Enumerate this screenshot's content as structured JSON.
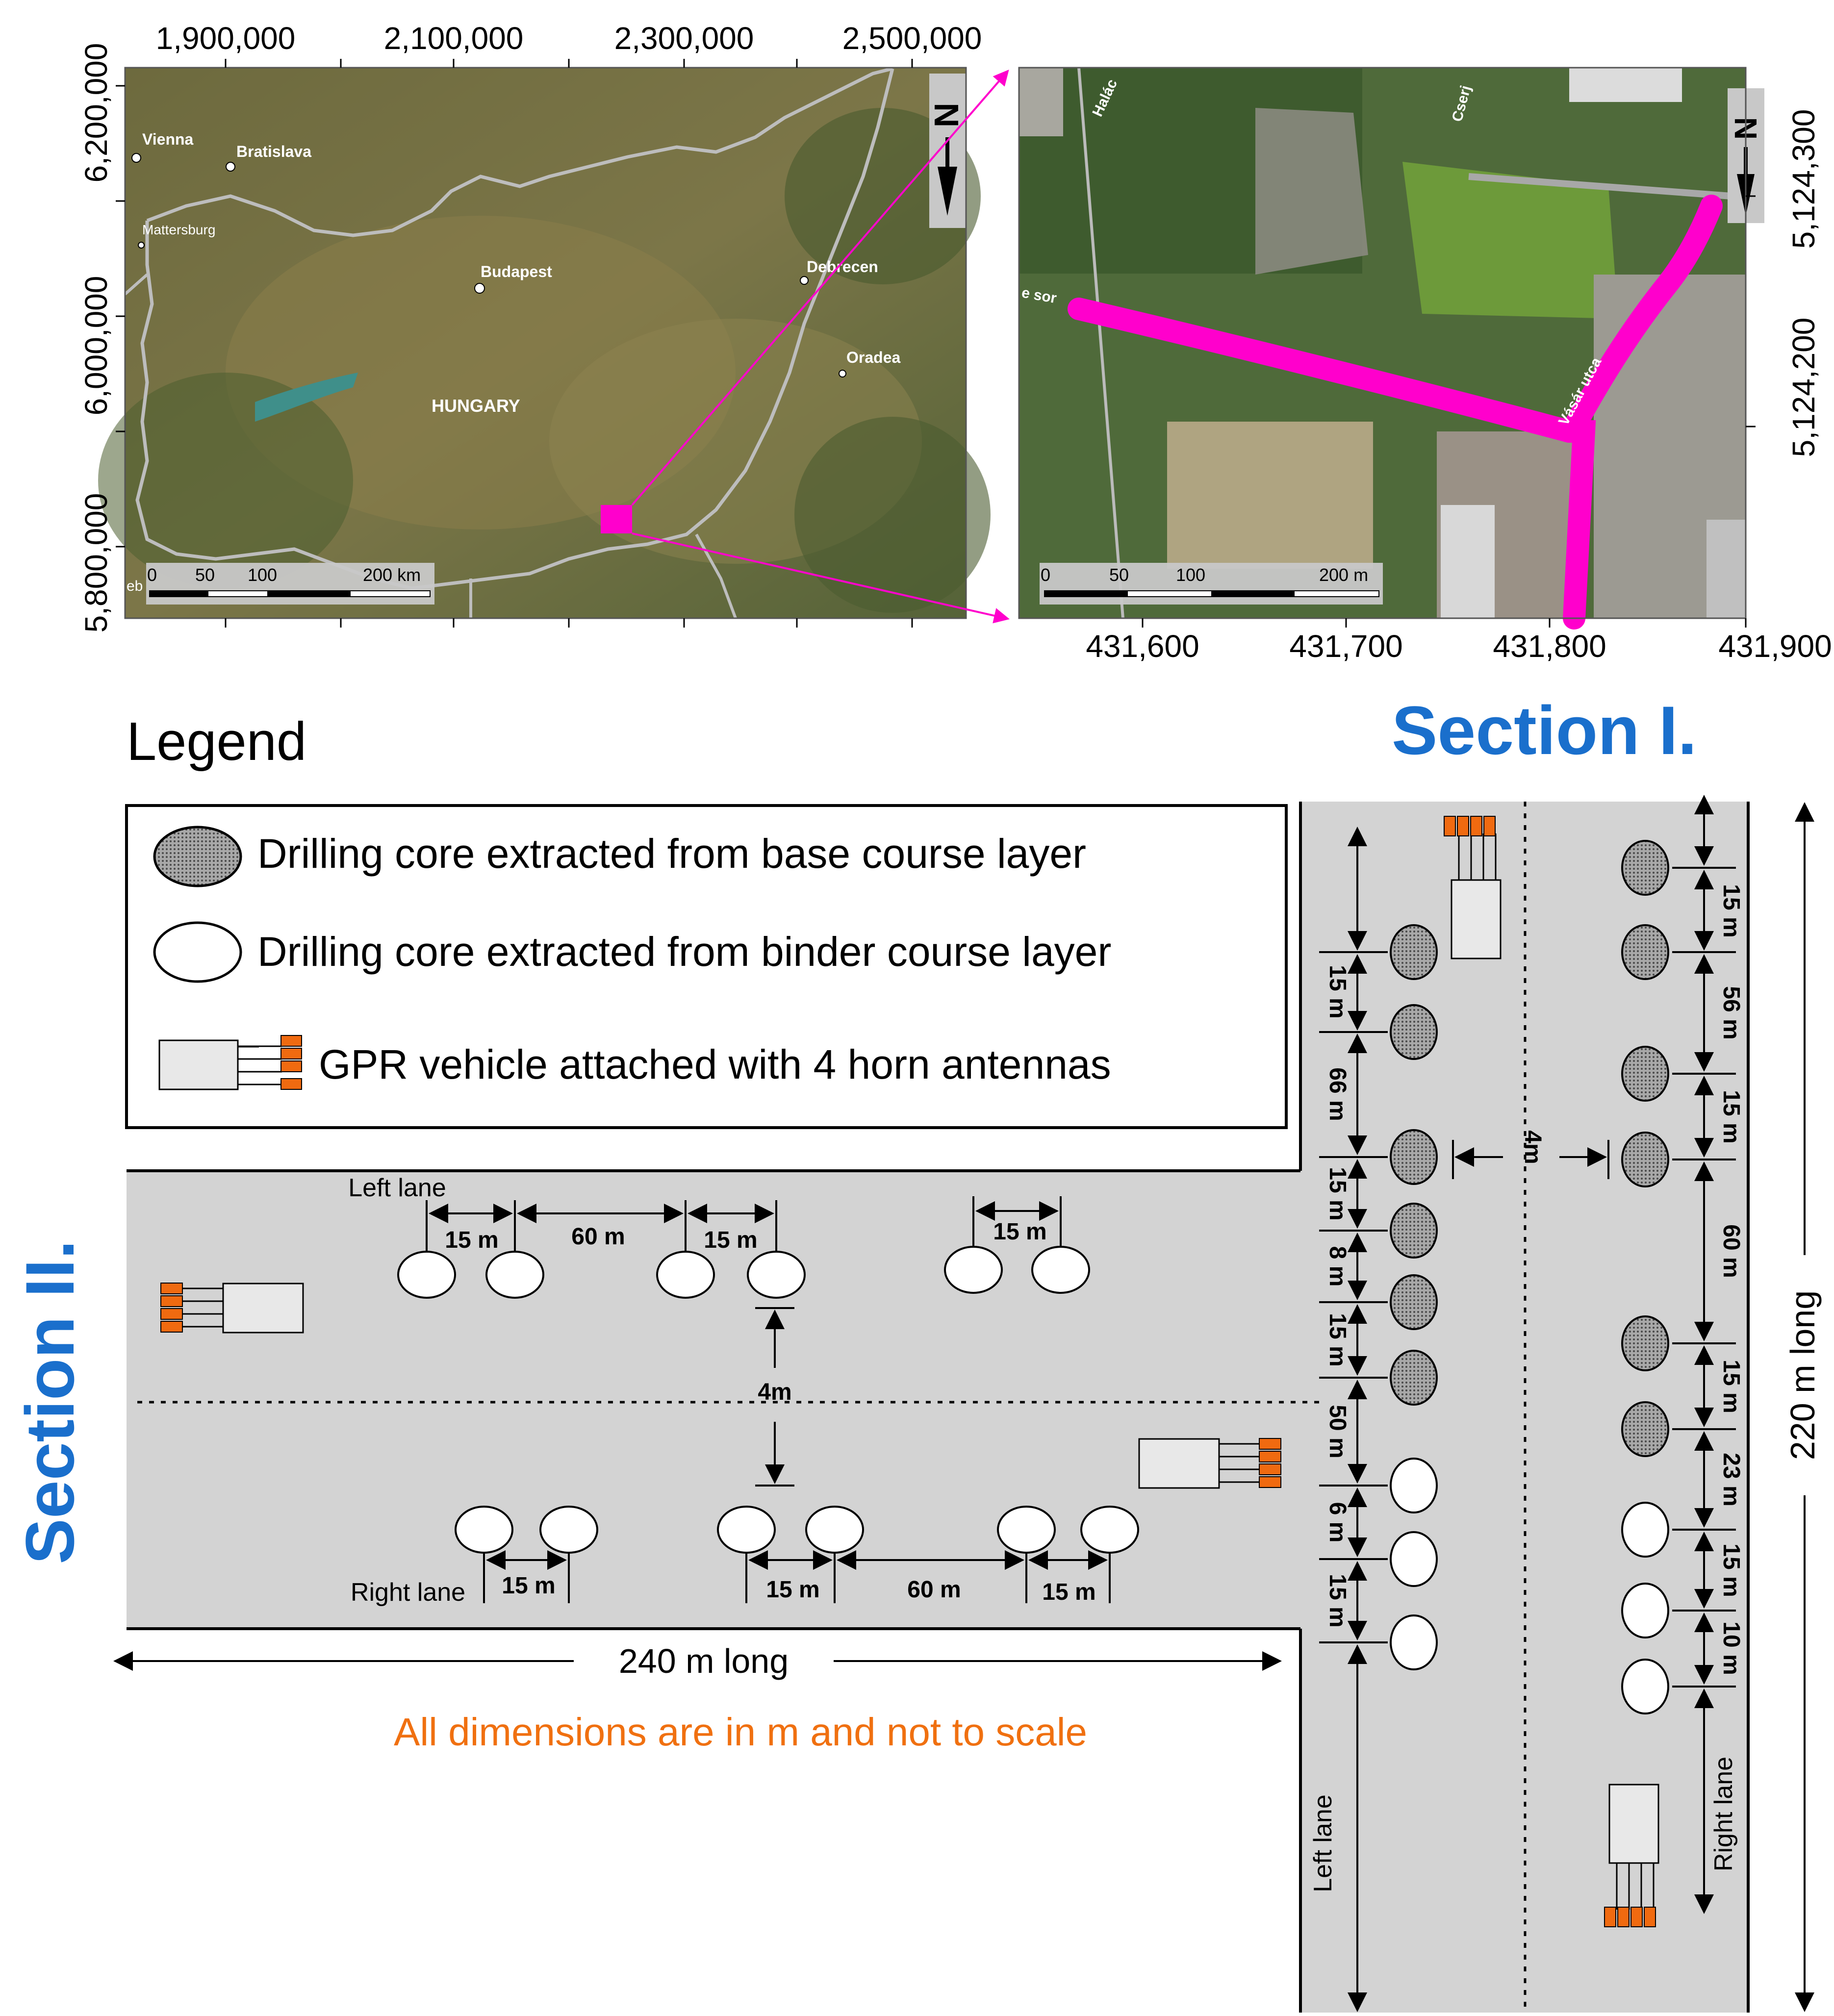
{
  "overview_map": {
    "x_ticks": [
      "1,900,000",
      "2,100,000",
      "2,300,000",
      "2,500,000"
    ],
    "y_ticks": [
      "6,200,000",
      "6,000,000",
      "5,800,000"
    ],
    "cities": [
      "Vienna",
      "Bratislava",
      "Mattersburg",
      "Budapest",
      "Debrecen",
      "Oradea"
    ],
    "country": "HUNGARY",
    "partial_label": "eb",
    "scale": [
      "0",
      "50",
      "100",
      "200 km"
    ]
  },
  "detail_map": {
    "x_ticks": [
      "431,600",
      "431,700",
      "431,800",
      "431,900"
    ],
    "y_ticks": [
      "5,124,300",
      "5,124,200"
    ],
    "streets": [
      "Vásár utca",
      "Halác",
      "Cserj",
      "e sor"
    ],
    "scale": [
      "0",
      "50",
      "100",
      "200 m"
    ],
    "route_color": "#ff00cc"
  },
  "legend": {
    "title": "Legend",
    "items": [
      "Drilling core extracted from base course layer",
      "Drilling core extracted from binder course layer",
      "GPR vehicle attached with 4 horn antennas"
    ]
  },
  "section_1": {
    "title": "Section I.",
    "length": "220 m long",
    "left_lane_label": "Left lane",
    "right_lane_label": "Right lane",
    "lane_width": "4m",
    "left_spacings": [
      "15 m",
      "66 m",
      "15 m",
      "8 m",
      "15 m",
      "50 m",
      "6 m",
      "15 m"
    ],
    "right_spacings": [
      "15 m",
      "56 m",
      "15 m",
      "60 m",
      "15 m",
      "23 m",
      "15 m",
      "10 m"
    ]
  },
  "section_2": {
    "title": "Section II.",
    "length": "240 m long",
    "left_lane_label": "Left lane",
    "right_lane_label": "Right lane",
    "lane_width": "4m",
    "left_spacings": [
      "15 m",
      "60 m",
      "15 m",
      "15 m"
    ],
    "right_spacings": [
      "15 m",
      "15 m",
      "60 m",
      "15 m"
    ]
  },
  "note": "All dimensions are in m and not to scale",
  "colors": {
    "section_title": "#1a6fcc",
    "note": "#f07010",
    "antenna": "#f06a10",
    "road": "#d3d3d3",
    "route": "#ff00cc"
  }
}
